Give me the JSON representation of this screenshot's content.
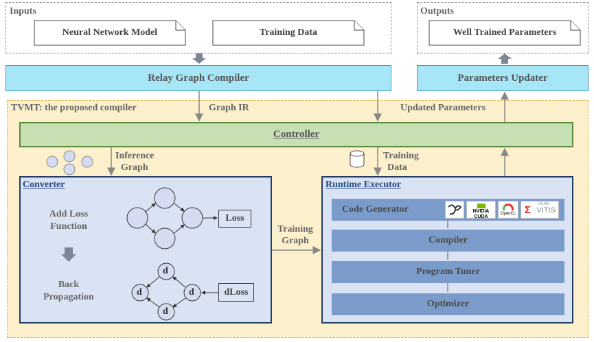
{
  "inputs": {
    "title": "Inputs",
    "docs": [
      "Neural Network Model",
      "Training Data"
    ]
  },
  "outputs": {
    "title": "Outputs",
    "docs": [
      "Well Trained Parameters"
    ]
  },
  "relay": "Relay Graph Compiler",
  "updater": "Parameters Updater",
  "tvm": {
    "title": "TVMT: the proposed compiler",
    "graph_ir": "Graph IR",
    "updated_params": "Updated Parameters"
  },
  "controller": "Controller",
  "inference_graph": [
    "Inference",
    "Graph"
  ],
  "training_data": [
    "Training",
    "Data"
  ],
  "training_graph": [
    "Training",
    "Graph"
  ],
  "converter": {
    "title": "Converter",
    "add_loss": [
      "Add Loss",
      "Function"
    ],
    "back_prop": [
      "Back",
      "Propagation"
    ],
    "loss": "Loss",
    "dloss": "dLoss",
    "node": "d"
  },
  "runtime": {
    "title": "Runtime Executor",
    "stages": [
      "Code Generator",
      "Compiler",
      "Program Tuner",
      "Optimizer"
    ],
    "logos": [
      "LLVM",
      "NVIDIA",
      "CUDA",
      "OpenCL",
      "XILINX",
      "VITIS"
    ]
  },
  "colors": {
    "relay": "#a6e6f7",
    "controller": "#c6e0b4",
    "tvm_bg": "#fdf0cc",
    "panel": "#dae3f3",
    "stage": "#7b9ccb"
  }
}
